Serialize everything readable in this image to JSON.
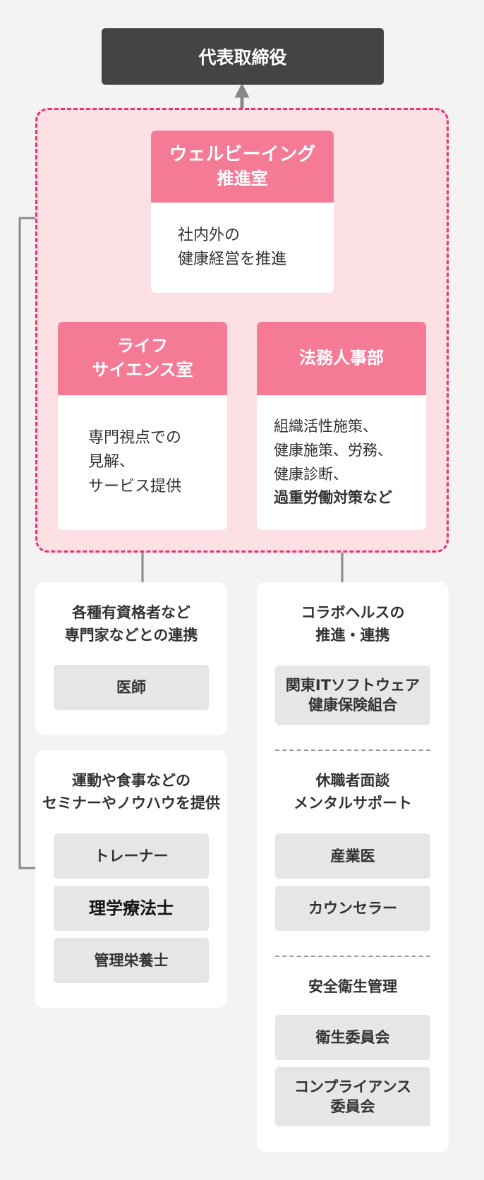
{
  "colors": {
    "background": "#f3f3f3",
    "top_box": "#444444",
    "dashed_area_fill": "#fde0e3",
    "dashed_area_border": "#e8327a",
    "card_header": "#f47a96",
    "chip": "#e6e6e6",
    "connector": "#888888"
  },
  "top": {
    "title": "代表取締役"
  },
  "wellbeing": {
    "header": [
      "ウェルビーイング",
      "推進室"
    ],
    "body": [
      "社内外の",
      "健康経営を推進"
    ]
  },
  "lifescience": {
    "header": [
      "ライフ",
      "サイエンス室"
    ],
    "body": [
      "専門視点での",
      "見解、",
      "サービス提供"
    ]
  },
  "legal": {
    "header": [
      "法務人事部"
    ],
    "body": [
      "組織活性施策、",
      "健康施策、労務、",
      "健康診断、",
      "過重労働対策など"
    ]
  },
  "panel_experts": {
    "title": [
      "各種有資格者など",
      "専門家などとの連携"
    ],
    "items": [
      [
        "医師"
      ]
    ]
  },
  "panel_seminar": {
    "title": [
      "運動や食事などの",
      "セミナーやノウハウを提供"
    ],
    "items": [
      [
        "トレーナー"
      ],
      [
        "理学療法士"
      ],
      [
        "管理栄養士"
      ]
    ]
  },
  "panel_right": {
    "sections": [
      {
        "title": [
          "コラボヘルスの",
          "推進・連携"
        ],
        "items": [
          [
            "関東ITソフトウェア",
            "健康保険組合"
          ]
        ]
      },
      {
        "title": [
          "休職者面談",
          "メンタルサポート"
        ],
        "items": [
          [
            "産業医"
          ],
          [
            "カウンセラー"
          ]
        ]
      },
      {
        "title": [
          "安全衛生管理"
        ],
        "items": [
          [
            "衛生委員会"
          ],
          [
            "コンプライアンス",
            "委員会"
          ]
        ]
      }
    ]
  }
}
